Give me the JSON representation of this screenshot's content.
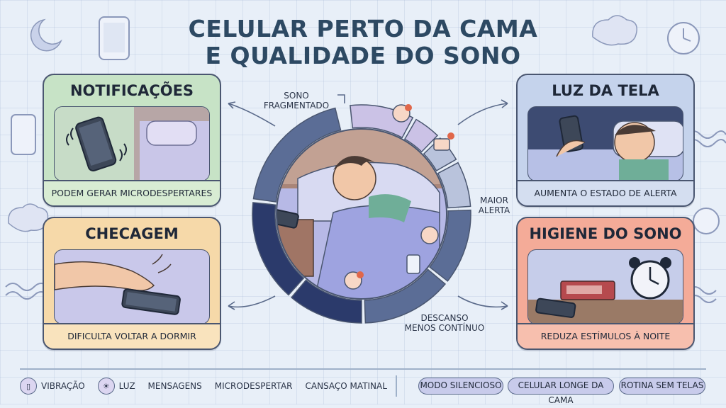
{
  "title": {
    "line1": "CELULAR PERTO DA CAMA",
    "line2": "E QUALIDADE DO SONO"
  },
  "cards": {
    "notificacoes": {
      "title": "NOTIFICAÇÕES",
      "caption": "PODEM GERAR MICRODESPERTARES"
    },
    "checagem": {
      "title": "CHECAGEM",
      "caption": "DIFICULTA VOLTAR A DORMIR"
    },
    "luz": {
      "title": "LUZ DA TELA",
      "caption": "AUMENTA O ESTADO DE ALERTA"
    },
    "higiene": {
      "title": "HIGIENE DO SONO",
      "caption": "REDUZA ESTÍMULOS À NOITE"
    }
  },
  "center_labels": {
    "top": "SONO FRAGMENTADO",
    "right_line1": "MAIOR",
    "right_line2": "ALERTA",
    "bottom_line1": "DESCANSO",
    "bottom_line2": "MENOS CONTÍNUO"
  },
  "legend": [
    {
      "label": "VIBRAÇÃO",
      "icon": "vibration-icon"
    },
    {
      "label": "LUZ",
      "icon": "lightbulb-icon"
    },
    {
      "label": "MENSAGENS",
      "icon": ""
    },
    {
      "label": "MICRODESPERTAR",
      "icon": ""
    },
    {
      "label": "CANSAÇO MATINAL",
      "icon": ""
    }
  ],
  "tips": [
    "MODO SILENCIOSO",
    "CELULAR LONGE DA CAMA",
    "ROTINA SEM TELAS"
  ],
  "colors": {
    "ring_dark": "#2b3a6b",
    "ring_mid": "#5b6d96",
    "ring_light": "#b9c3dc",
    "ring_lavender": "#cbc2e6",
    "accent_notif": "#f2a07b"
  }
}
